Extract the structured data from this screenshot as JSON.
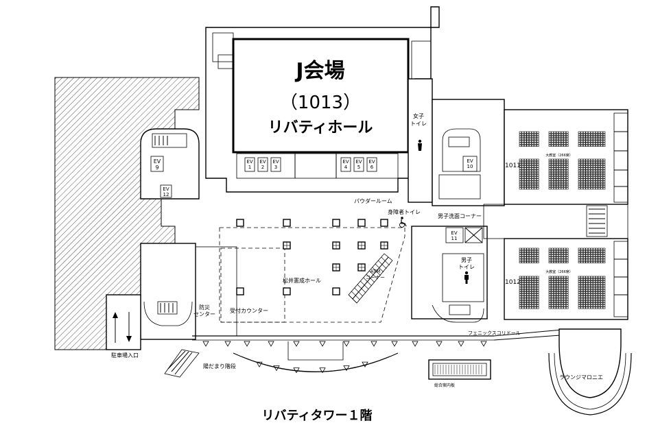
{
  "floor_title": "リバティタワー１階",
  "venue": {
    "name": "J会場",
    "room_number": "（1013）",
    "hall_name": "リバティホール"
  },
  "rooms": {
    "room_1011": "1011",
    "room_1012": "1012",
    "hall_1011_caption": "大教室（266席）",
    "hall_1012_caption": "大教室（266席）",
    "womens_toilet": "女子\nトイレ",
    "mens_toilet": "男子\nトイレ",
    "accessible_toilet": "身障者トイレ",
    "mens_washroom": "男子洗面コーナー",
    "powder_room": "パウダールーム",
    "main_hall": "松井憲成ホール",
    "atm_corner": "ATM\nコーナー",
    "reception": "受付カウンター",
    "disaster_center": "防災\nセンター",
    "parking_entrance": "駐車場入口",
    "stair_steps": "陽だまり階段",
    "phoenix_corridor": "フェニックスコリドール",
    "lounge": "ラウンジマロニエ",
    "info_board": "総合案内板"
  },
  "elevators": {
    "left_a": "EV\n9",
    "left_b": "EV\n12",
    "bank_left": [
      "EV\n1",
      "EV\n2",
      "EV\n3"
    ],
    "bank_right": [
      "EV\n4",
      "EV\n5",
      "EV\n6"
    ],
    "right_a": "EV\n10",
    "right_b": "EV\n11"
  },
  "icons": {
    "womens_toilet": "person-icon",
    "mens_toilet": "person-icon",
    "accessible": "wheelchair-icon"
  }
}
